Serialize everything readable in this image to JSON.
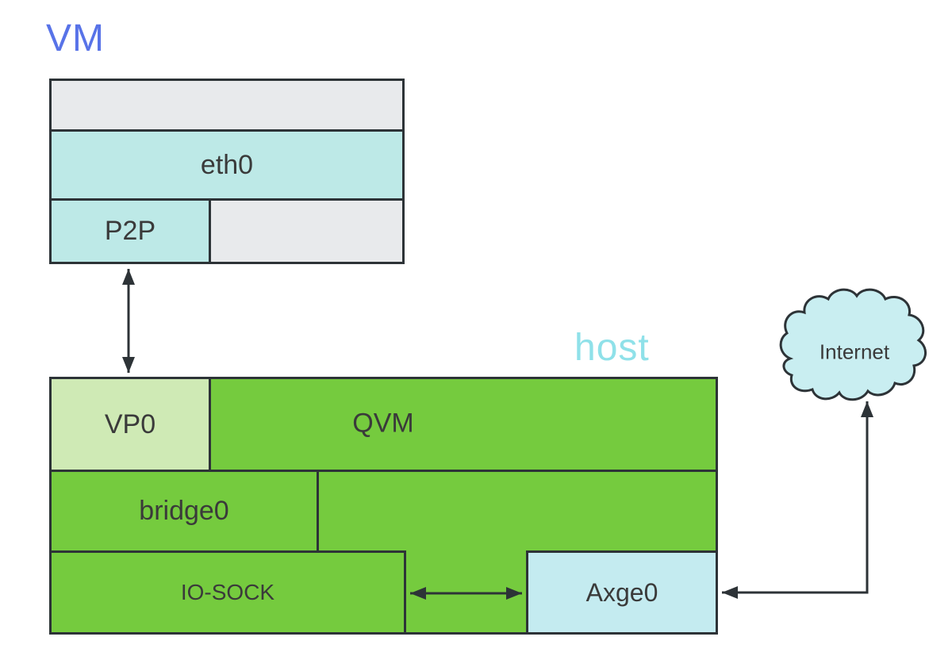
{
  "vm": {
    "title": "VM",
    "eth0_label": "eth0",
    "p2p_label": "P2P"
  },
  "host": {
    "title": "host",
    "vp0_label": "VP0",
    "qvm_label": "QVM",
    "bridge0_label": "bridge0",
    "io_sock_label": "IO-SOCK",
    "axge0_label": "Axge0"
  },
  "internet": {
    "label": "Internet"
  },
  "icons": {
    "cloud": "internet-cloud",
    "arrows": [
      "vm-p2p-to-vp0-double-arrow",
      "iosock-to-axge0-double-arrow",
      "internet-to-axge0-elbow-arrow"
    ]
  },
  "colors": {
    "green": "#75cb3e",
    "light_green": "#cfeab5",
    "teal": "#bde9e7",
    "gray": "#e8eaec",
    "light_blue": "#c4ebf0",
    "cloud_fill": "#c9eef1",
    "border": "#2d3337",
    "title_blue": "#5873e8",
    "title_cyan": "#8fe1e9",
    "label_text": "#3a3a3a"
  }
}
